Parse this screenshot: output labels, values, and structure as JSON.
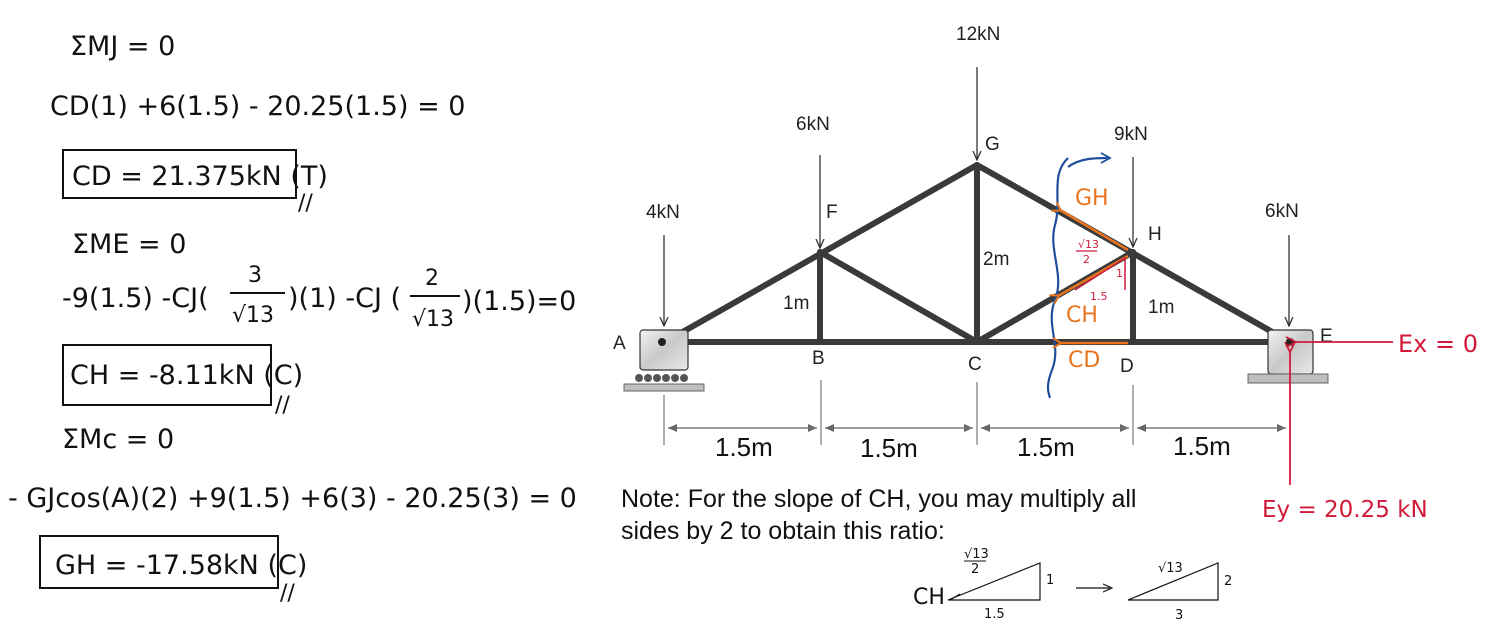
{
  "calculations": {
    "sum_mj": "ΣMJ = 0",
    "eq_cd": "CD(1) +6(1.5) - 20.25(1.5) = 0",
    "result_cd": "CD = 21.375kN (T)",
    "sum_me": "ΣME = 0",
    "eq_ch_a": "-9(1.5) -CJ(",
    "eq_ch_frac1_num": "3",
    "eq_ch_frac1_den": "√13",
    "eq_ch_b": ")(1)  -CJ (",
    "eq_ch_frac2_num": "2",
    "eq_ch_frac2_den": "√13",
    "eq_ch_c": ")(1.5)=0",
    "result_ch": "CH = -8.11kN (C)",
    "sum_mc": "ΣMc = 0",
    "eq_gh": "- GJcos(A)(2) +9(1.5) +6(3) - 20.25(3) = 0",
    "result_gh": "GH = -17.58kN (C)",
    "check_mark": "//"
  },
  "truss": {
    "nodes": {
      "A": "A",
      "B": "B",
      "C": "C",
      "D": "D",
      "E": "E",
      "F": "F",
      "G": "G",
      "H": "H"
    },
    "loads": {
      "A": "4kN",
      "F": "6kN",
      "G": "12kN",
      "H": "9kN",
      "E": "6kN"
    },
    "heights": {
      "F": "1m",
      "G": "2m",
      "H": "1m"
    },
    "spans": [
      "1.5m",
      "1.5m",
      "1.5m",
      "1.5m"
    ]
  },
  "annotations": {
    "gh": "GH",
    "ch": "CH",
    "cd": "CD",
    "ratio_hyp_num": "√13",
    "ratio_hyp_den": "2",
    "ratio_vert": "1",
    "ratio_horiz": "1.5",
    "ex": "Ex = 0",
    "ey": "Ey = 20.25 kN"
  },
  "note": {
    "line1": "Note: For the slope of CH, you may multiply all",
    "line2": "sides by 2 to obtain this ratio:"
  },
  "ratio_sketch": {
    "left": {
      "label": "CH",
      "hyp_num": "√13",
      "hyp_den": "2",
      "vert": "1",
      "horiz": "1.5"
    },
    "right": {
      "hyp": "√13",
      "vert": "2",
      "horiz": "3"
    }
  },
  "colors": {
    "member": "#3a3a3a",
    "orange": "#e8741f",
    "red": "#d11a3a",
    "blue": "#1f4f9c"
  }
}
